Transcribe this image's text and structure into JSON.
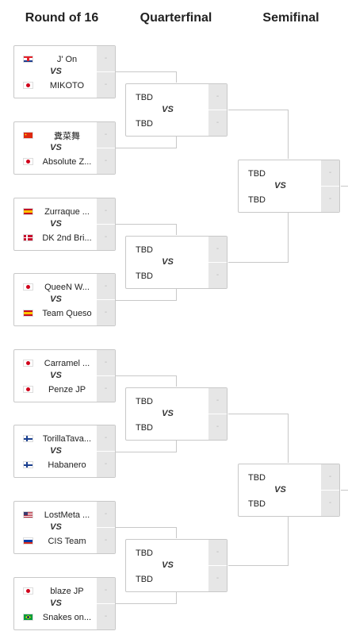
{
  "rounds": {
    "r16": "Round of 16",
    "qf": "Quarterfinal",
    "sf": "Semifinal"
  },
  "vs_label": "VS",
  "score_placeholder": "-",
  "r16": [
    {
      "top": {
        "name": "J' On",
        "flag": "croatia"
      },
      "bottom": {
        "name": "MIKOTO",
        "flag": "japan"
      }
    },
    {
      "top": {
        "name": "糞菜舞",
        "flag": "china"
      },
      "bottom": {
        "name": "Absolute Z...",
        "flag": "japan"
      }
    },
    {
      "top": {
        "name": "Zurraque ...",
        "flag": "spain"
      },
      "bottom": {
        "name": "DK 2nd Bri...",
        "flag": "denmark"
      }
    },
    {
      "top": {
        "name": "QueeN W...",
        "flag": "japan"
      },
      "bottom": {
        "name": "Team Queso",
        "flag": "spain"
      }
    },
    {
      "top": {
        "name": "Carramel ...",
        "flag": "japan"
      },
      "bottom": {
        "name": "Penze JP",
        "flag": "japan"
      }
    },
    {
      "top": {
        "name": "TorillaTava...",
        "flag": "finland"
      },
      "bottom": {
        "name": "Habanero",
        "flag": "finland"
      }
    },
    {
      "top": {
        "name": "LostMeta ...",
        "flag": "usa"
      },
      "bottom": {
        "name": "CIS Team",
        "flag": "russia"
      }
    },
    {
      "top": {
        "name": "blaze JP",
        "flag": "japan"
      },
      "bottom": {
        "name": "Snakes on...",
        "flag": "brazil"
      }
    }
  ],
  "qf": [
    {
      "top": "TBD",
      "bottom": "TBD"
    },
    {
      "top": "TBD",
      "bottom": "TBD"
    },
    {
      "top": "TBD",
      "bottom": "TBD"
    },
    {
      "top": "TBD",
      "bottom": "TBD"
    }
  ],
  "sf": [
    {
      "top": "TBD",
      "bottom": "TBD"
    },
    {
      "top": "TBD",
      "bottom": "TBD"
    }
  ]
}
